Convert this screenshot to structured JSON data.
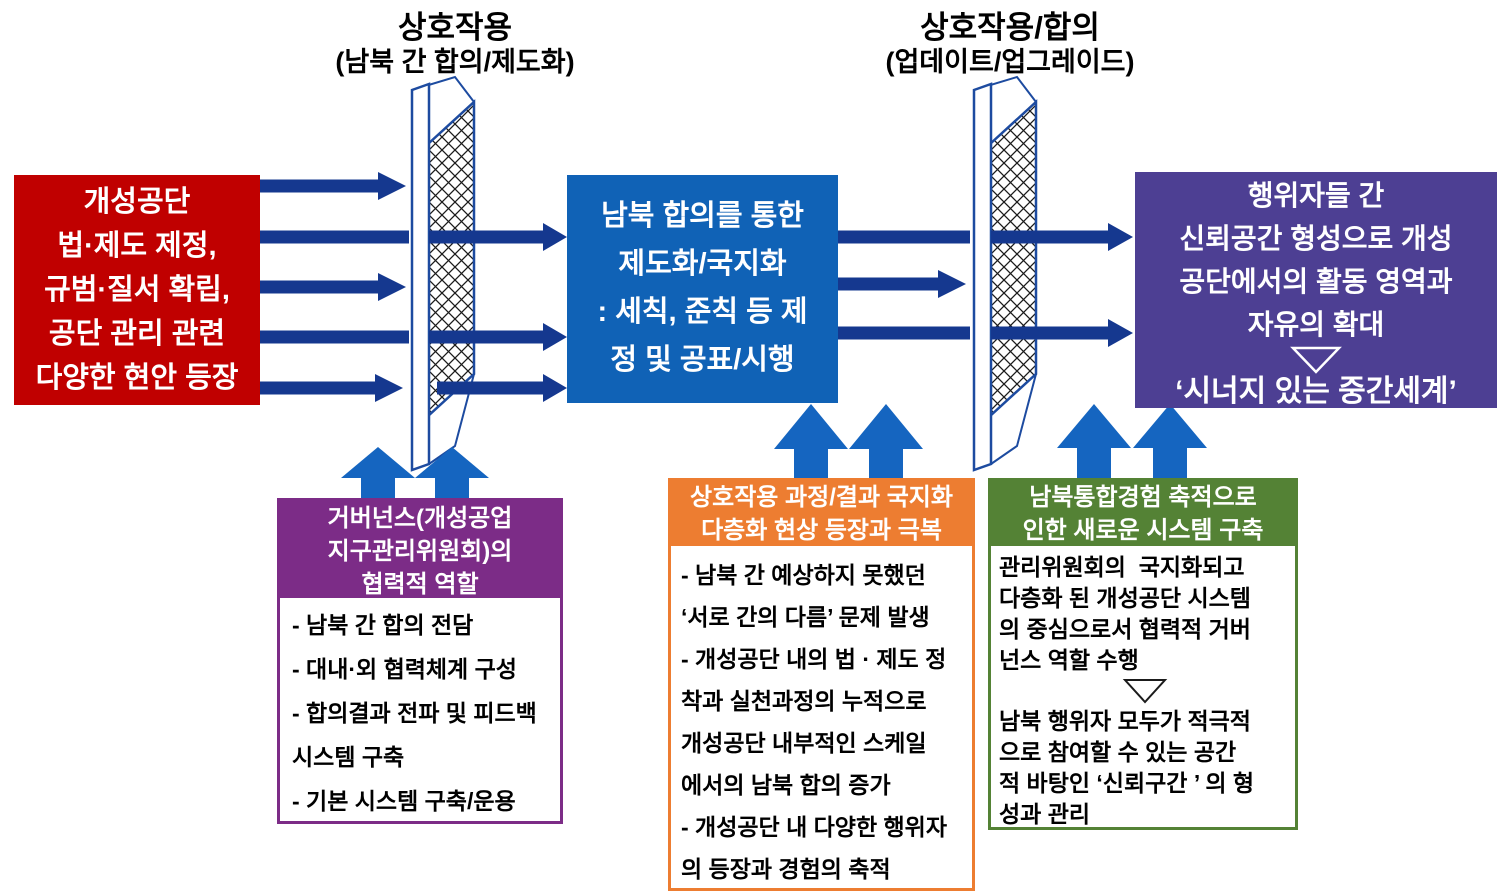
{
  "labels": {
    "top_left": {
      "title": "상호작용",
      "subtitle": "(남북 간 합의/제도화)"
    },
    "top_right": {
      "title": "상호작용/합의",
      "subtitle": "(업데이트/업그레이드)"
    }
  },
  "red_box": {
    "lines": [
      "개성공단",
      "법·제도 제정,",
      "규범·질서 확립,",
      "공단 관리 관련",
      "다양한 현안 등장"
    ]
  },
  "blue_box": {
    "lines": [
      "남북 합의를 통한",
      "제도화/국지화",
      ": 세칙, 준칙 등 제",
      "정 및 공표/시행"
    ]
  },
  "trust_box": {
    "lines": [
      "행위자들 간",
      "신뢰공간 형성으로 개성",
      "공단에서의 활동 영역과",
      "자유의 확대"
    ],
    "final": "‘시너지 있는 중간세계’"
  },
  "governance_panel": {
    "header": [
      "거버넌스(개성공업",
      "지구관리위원회)의",
      "협력적 역할"
    ],
    "body": [
      "- 남북 간 합의 전담",
      "- 대내·외 협력체계 구성",
      "- 합의결과 전파 및 피드백",
      "시스템 구축",
      "- 기본 시스템 구축/운용"
    ]
  },
  "interaction_panel": {
    "header": [
      "상호작용 과정/결과 국지화",
      "다층화 현상 등장과 극복"
    ],
    "body": [
      "- 남북 간 예상하지 못했던",
      "‘서로 간의 다름’ 문제 발생",
      "- 개성공단 내의 법 · 제도 정",
      "착과 실천과정의 누적으로",
      "개성공단 내부적인 스케일",
      "에서의 남북 합의 증가",
      "- 개성공단 내 다양한 행위자",
      "의 등장과 경험의 축적"
    ]
  },
  "integration_panel": {
    "header": [
      "남북통합경험 축적으로",
      "인한 새로운 시스템 구축"
    ],
    "body_top": [
      "관리위원회의  국지화되고",
      "다층화 된 개성공단 시스템",
      "의 중심으로서 협력적 거버",
      "넌스 역할 수행"
    ],
    "body_bottom": [
      "남북 행위자 모두가 적극적",
      "으로 참여할 수 있는 공간",
      "적 바탕인 ‘신뢰구간 ’ 의 형",
      "성과 관리"
    ]
  },
  "colors": {
    "red_box": "#C00000",
    "blue_box": "#1062B6",
    "trust_box": "#4D3F93",
    "governance_header": "#7C2C87",
    "interaction_header": "#ED7D31",
    "integration_header": "#548235",
    "flow_arrow": "#15388F",
    "feedback_arrow": "#1565C0",
    "mesh_frame": "#1D4BA0"
  }
}
